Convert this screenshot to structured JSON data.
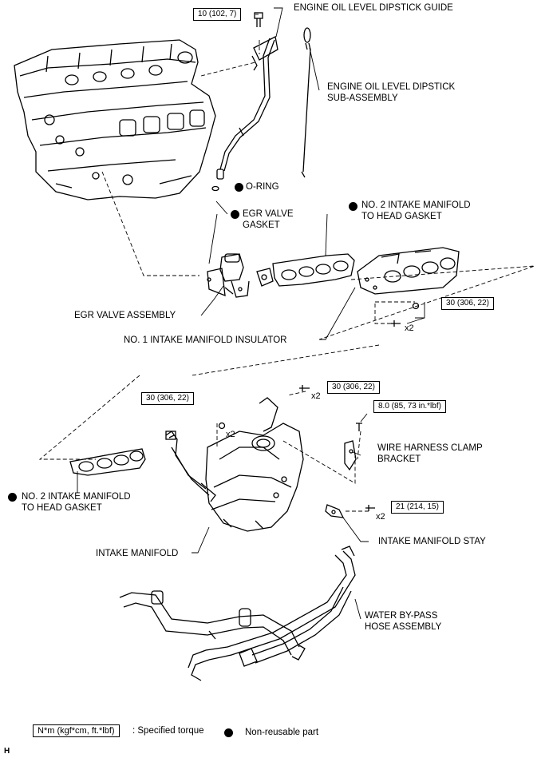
{
  "labels": {
    "dipstick_guide": "ENGINE OIL LEVEL DIPSTICK GUIDE",
    "dipstick_sub": "ENGINE OIL LEVEL DIPSTICK\nSUB-ASSEMBLY",
    "o_ring": "O-RING",
    "egr_gasket": "EGR VALVE\nGASKET",
    "no2_gasket_top": "NO. 2 INTAKE MANIFOLD\nTO HEAD GASKET",
    "egr_valve_assy": "EGR VALVE ASSEMBLY",
    "no1_insulator": "NO. 1 INTAKE MANIFOLD INSULATOR",
    "wire_clamp": "WIRE HARNESS CLAMP\nBRACKET",
    "no2_gasket_bottom": "NO. 2 INTAKE MANIFOLD\nTO HEAD GASKET",
    "intake_manifold": "INTAKE MANIFOLD",
    "intake_stay": "INTAKE MANIFOLD STAY",
    "water_bypass": "WATER BY-PASS\nHOSE ASSEMBLY"
  },
  "torques": {
    "dipstick_bolt": "10 (102, 7)",
    "insulator_bolt": "30 (306, 22)",
    "manifold_left": "30 (306, 22)",
    "manifold_top": "30 (306, 22)",
    "clamp_bolt": "8.0 (85, 73 in.*lbf)",
    "stay_bolt": "21 (214, 15)"
  },
  "quantities": {
    "insulator": "x2",
    "manifold_left": "x2",
    "manifold_top": "x2",
    "stay": "x2"
  },
  "legend": {
    "torque_box": "N*m (kgf*cm, ft.*lbf)",
    "torque_text": ": Specified torque",
    "nonreusable_text": "Non-reusable part"
  },
  "corner_code": "H"
}
